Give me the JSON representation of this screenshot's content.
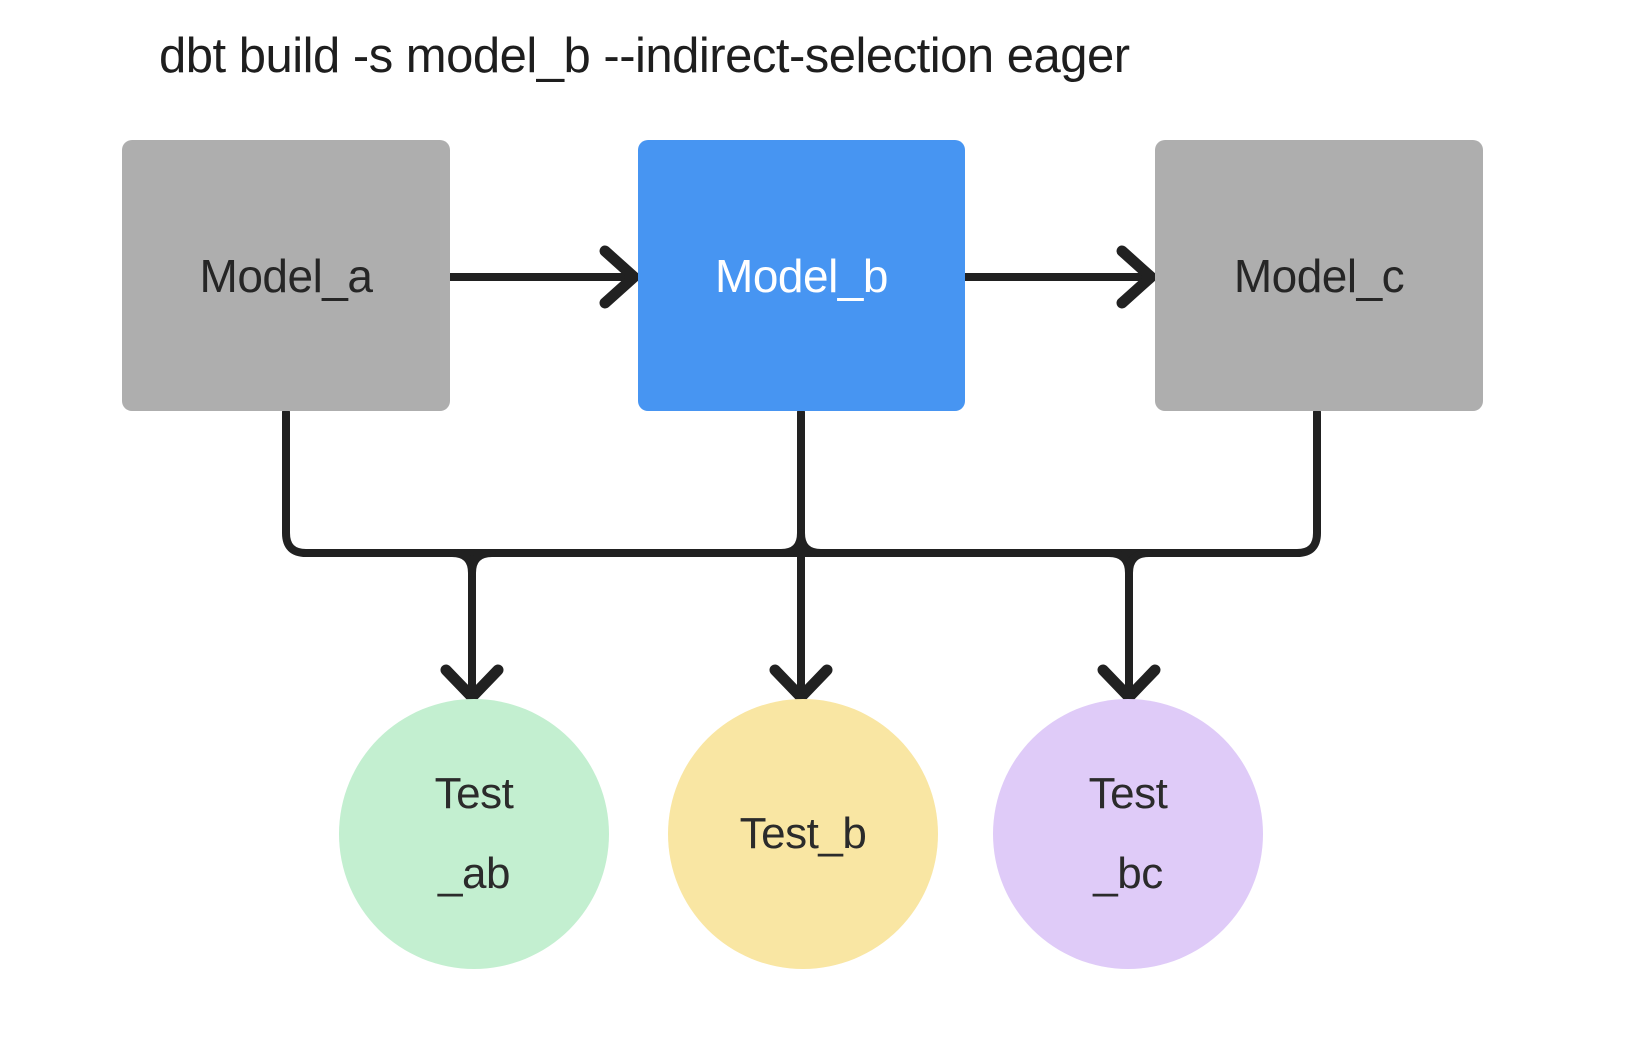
{
  "title": "dbt build -s model_b --indirect-selection eager",
  "colors": {
    "background": "#ffffff",
    "line": "#212121",
    "title_text": "#1e1e1e",
    "model_default_bg": "#AEAEAE",
    "model_selected_bg": "#4795F2",
    "model_default_text": "#262626",
    "model_selected_text": "#ffffff",
    "test_ab_bg": "#C3EFD0",
    "test_b_bg": "#F9E6A3",
    "test_bc_bg": "#DFCBF8",
    "test_text": "#2b2b2b"
  },
  "models": [
    {
      "id": "model_a",
      "label": "Model_a",
      "selected": false
    },
    {
      "id": "model_b",
      "label": "Model_b",
      "selected": true
    },
    {
      "id": "model_c",
      "label": "Model_c",
      "selected": false
    }
  ],
  "tests": [
    {
      "id": "test_ab",
      "line1": "Test",
      "line2": "_ab"
    },
    {
      "id": "test_b",
      "line1": "Test_b",
      "line2": ""
    },
    {
      "id": "test_bc",
      "line1": "Test",
      "line2": "_bc"
    }
  ],
  "edges": {
    "model_chain": [
      {
        "from": "Model_a",
        "to": "Model_b",
        "type": "arrow"
      },
      {
        "from": "Model_b",
        "to": "Model_c",
        "type": "arrow"
      }
    ],
    "test_bus": {
      "sources": [
        "Model_a",
        "Model_b",
        "Model_c"
      ],
      "targets": [
        "Test_ab",
        "Test_b",
        "Test_bc"
      ]
    }
  }
}
